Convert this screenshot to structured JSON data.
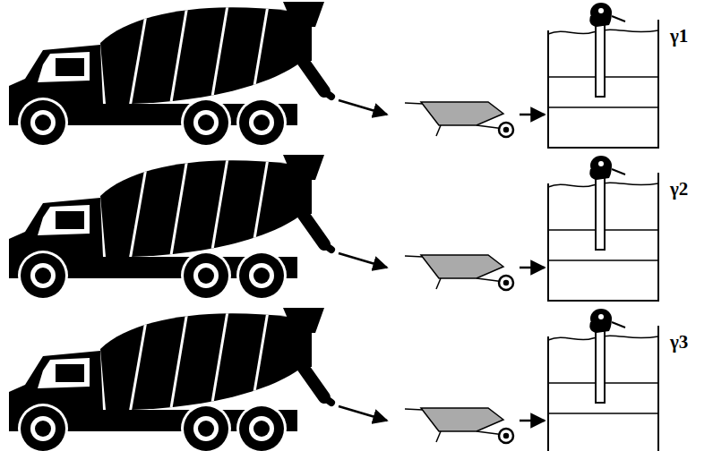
{
  "diagram": {
    "labels": [
      "γ1",
      "γ2",
      "γ3"
    ]
  }
}
